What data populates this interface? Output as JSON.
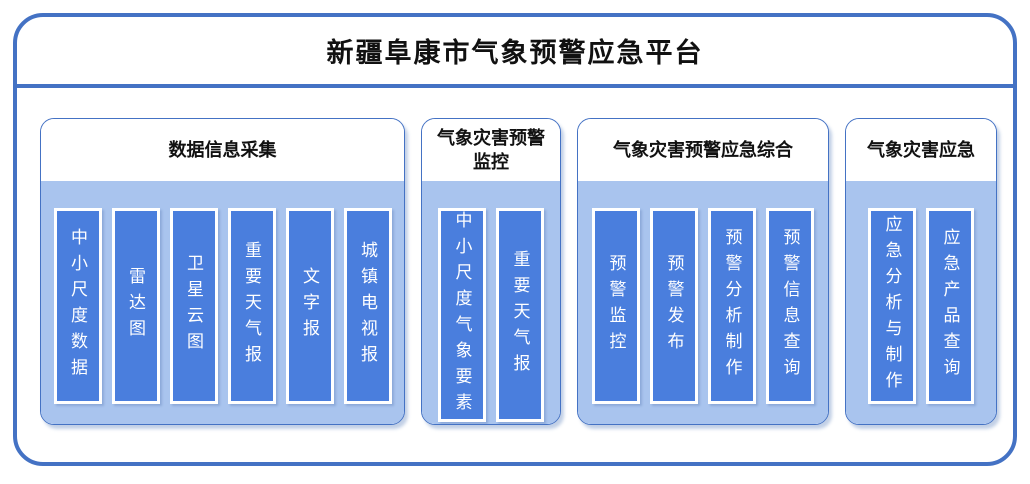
{
  "title": "新疆阜康市气象预警应急平台",
  "colors": {
    "accent_border": "#4472C4",
    "item_fill": "#4A7EDD",
    "group_body_fill": "#A9C4EE",
    "item_text": "#FFFFFF",
    "heading_text": "#111111"
  },
  "groups": [
    {
      "header": "数据信息采集",
      "items": [
        "中小尺度数据",
        "雷达图",
        "卫星云图",
        "重要天气报",
        "文字报",
        "城镇电视报"
      ]
    },
    {
      "header": "气象灾害预警监控",
      "items": [
        "中小尺度气象要素",
        "重要天气报"
      ]
    },
    {
      "header": "气象灾害预警应急综合",
      "items": [
        "预警监控",
        "预警发布",
        "预警分析制作",
        "预警信息查询"
      ]
    },
    {
      "header": "气象灾害应急",
      "items": [
        "应急分析与制作",
        "应急产品查询"
      ]
    }
  ]
}
